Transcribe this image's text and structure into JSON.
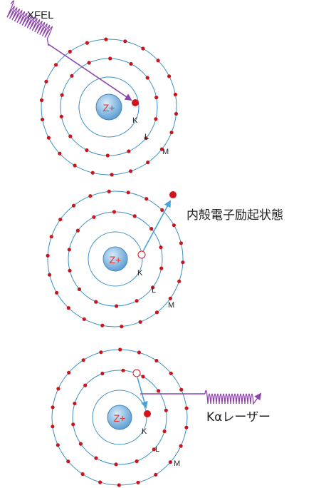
{
  "labels": {
    "xfel": "XFEL",
    "excited_state": "内殻電子励起状態",
    "ka_laser": "Kαレーザー",
    "nucleus": "Z+",
    "shell_k": "K",
    "shell_l": "L",
    "shell_m": "M"
  },
  "colors": {
    "orbit": "#3b8fc4",
    "electron": "#c8161d",
    "arrow_xfel": "#8e44ad",
    "arrow_excite": "#4aa3d8",
    "nucleus_fill": "#8cc0e6",
    "nucleus_text": "#e5342c"
  },
  "panels": [
    {
      "name": "initial-atom"
    },
    {
      "name": "excited-atom"
    },
    {
      "name": "emission-atom"
    }
  ]
}
